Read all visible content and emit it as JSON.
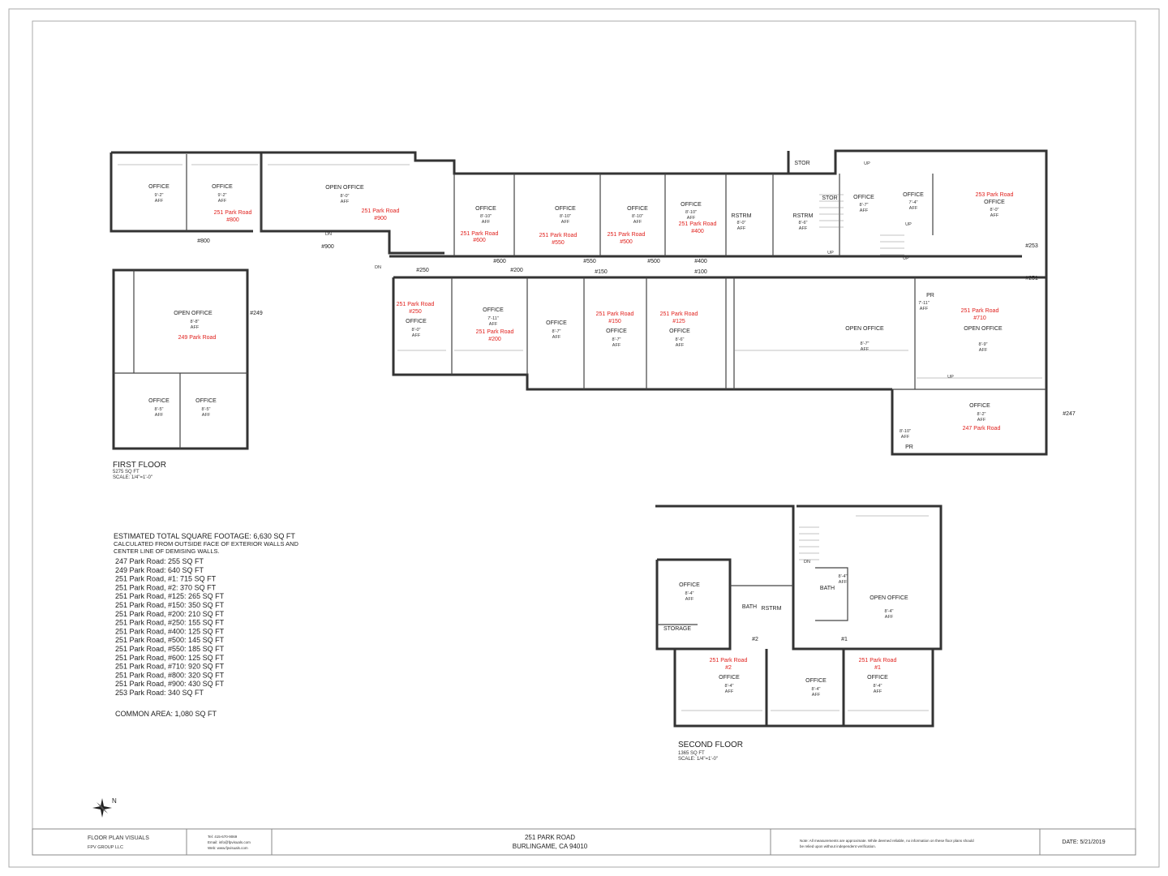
{
  "floors": {
    "first": {
      "title": "FIRST FLOOR",
      "sqft": "5275 SQ FT",
      "scale": "SCALE: 1/4\"=1'-0\"",
      "rooms": [
        {
          "name": "OFFICE",
          "dims": "9'-2\"",
          "aff": "AFF"
        },
        {
          "name": "OFFICE",
          "dims": "9'-2\"",
          "aff": "AFF",
          "unit": "251 Park Road",
          "num": "#800"
        },
        {
          "name": "OPEN OFFICE",
          "dims": "8'-0\"",
          "aff": "AFF"
        },
        {
          "unit": "251 Park Road",
          "num": "#900"
        },
        {
          "name": "OFFICE",
          "dims": "8'-10\"",
          "aff": "AFF",
          "unit": "251 Park Road",
          "num": "#600"
        },
        {
          "name": "OFFICE",
          "dims": "8'-10\"",
          "aff": "AFF",
          "unit": "251 Park Road",
          "num": "#550"
        },
        {
          "name": "OFFICE",
          "dims": "8'-10\"",
          "aff": "AFF",
          "unit": "251 Park Road",
          "num": "#500"
        },
        {
          "name": "OFFICE",
          "dims": "8'-10\"",
          "aff": "AFF",
          "unit": "251 Park Road",
          "num": "#400"
        },
        {
          "name": "RSTRM",
          "dims": "8'-0\"",
          "aff": "AFF"
        },
        {
          "name": "RSTRM",
          "dims": "8'-6\"",
          "aff": "AFF"
        },
        {
          "name": "STOR"
        },
        {
          "name": "STOR"
        },
        {
          "name": "OFFICE",
          "dims": "8'-7\"",
          "aff": "AFF"
        },
        {
          "name": "OFFICE",
          "dims": "7'-4\"",
          "aff": "AFF"
        },
        {
          "name": "OFFICE",
          "dims": "8'-0\"",
          "aff": "AFF",
          "unit": "253 Park Road"
        },
        {
          "name": "OPEN OFFICE",
          "dims": "8'-8\"",
          "aff": "AFF",
          "unit": "249 Park Road"
        },
        {
          "name": "OFFICE",
          "dims": "8'-5\"",
          "aff": "AFF"
        },
        {
          "name": "OFFICE",
          "dims": "8'-5\"",
          "aff": "AFF"
        },
        {
          "name": "OFFICE",
          "dims": "8'-0\"",
          "aff": "AFF",
          "unit": "251 Park Road",
          "num": "#250"
        },
        {
          "name": "OFFICE",
          "dims": "7'-11\"",
          "aff": "AFF",
          "unit": "251 Park Road",
          "num": "#200"
        },
        {
          "name": "OFFICE",
          "dims": "8'-7\"",
          "aff": "AFF"
        },
        {
          "name": "OFFICE",
          "dims": "8'-7\"",
          "aff": "AFF",
          "unit": "251 Park Road",
          "num": "#150"
        },
        {
          "name": "OFFICE",
          "dims": "8'-6\"",
          "aff": "AFF",
          "unit": "251 Park Road",
          "num": "#125"
        },
        {
          "name": "OPEN OFFICE",
          "dims": "8'-7\"",
          "aff": "AFF"
        },
        {
          "name": "OPEN OFFICE",
          "dims": "8'-9\"",
          "aff": "AFF",
          "unit": "251 Park Road",
          "num": "#710"
        },
        {
          "name": "OFFICE",
          "dims": "8'-2\"",
          "aff": "AFF",
          "unit": "247 Park Road"
        },
        {
          "name": "PR",
          "dims": "7'-11\"",
          "aff": "AFF"
        },
        {
          "name": "PR",
          "dims": "8'-10\"",
          "aff": "AFF"
        }
      ],
      "doors": [
        "#800",
        "#900",
        "#250",
        "#200",
        "#150",
        "#100",
        "#600",
        "#550",
        "#500",
        "#400",
        "#253",
        "#251",
        "#249",
        "#247"
      ],
      "markers": [
        "DN",
        "DN",
        "UP",
        "UP",
        "UP",
        "UP",
        "UP"
      ]
    },
    "second": {
      "title": "SECOND FLOOR",
      "sqft": "1365 SQ FT",
      "scale": "SCALE: 1/4\"=1'-0\"",
      "rooms": [
        {
          "name": "OFFICE",
          "dims": "8'-4\"",
          "aff": "AFF"
        },
        {
          "name": "BATH"
        },
        {
          "name": "RSTRM"
        },
        {
          "name": "STORAGE"
        },
        {
          "name": "OFFICE",
          "dims": "8'-4\"",
          "aff": "AFF",
          "unit": "251 Park Road",
          "num": "#2"
        },
        {
          "name": "OFFICE",
          "dims": "8'-4\"",
          "aff": "AFF"
        },
        {
          "name": "BATH",
          "dims": "8'-4\"",
          "aff": "AFF"
        },
        {
          "name": "OPEN OFFICE",
          "dims": "8'-4\"",
          "aff": "AFF"
        },
        {
          "name": "OFFICE",
          "dims": "8'-4\"",
          "aff": "AFF",
          "unit": "251 Park Road",
          "num": "#1"
        }
      ],
      "markers": [
        "#2",
        "#1",
        "DN"
      ]
    }
  },
  "footage": {
    "heading": "ESTIMATED TOTAL SQUARE FOOTAGE: 6,630 SQ FT",
    "note_1": "CALCULATED FROM OUTSIDE FACE OF EXTERIOR WALLS AND",
    "note_2": "CENTER LINE OF DEMISING WALLS.",
    "items": [
      "247 Park Road: 255 SQ FT",
      "249 Park Road: 640 SQ FT",
      "251 Park Road, #1: 715 SQ FT",
      "251 Park Road, #2: 370 SQ FT",
      "251 Park Road, #125: 265 SQ FT",
      "251 Park Road, #150: 350 SQ FT",
      "251 Park Road, #200: 210 SQ FT",
      "251 Park Road, #250: 155 SQ FT",
      "251 Park Road, #400: 125 SQ FT",
      "251 Park Road, #500: 145 SQ FT",
      "251 Park Road, #550: 185 SQ FT",
      "251 Park Road, #600: 125 SQ FT",
      "251 Park Road, #710: 920 SQ FT",
      "251 Park Road, #800: 320 SQ FT",
      "251 Park Road, #900: 430 SQ FT",
      "253 Park Road: 340 SQ FT"
    ],
    "common": "COMMON AREA: 1,080 SQ FT"
  },
  "compass": {
    "label": "N"
  },
  "title_block": {
    "company": "FLOOR PLAN VISUALS",
    "company_sub": "FPV GROUP LLC",
    "tel": "Tel: 415-670-9069",
    "email": "Email: info@fpvisuals.com",
    "web": "Web: www.fpvisuals.com",
    "address_1": "251 PARK ROAD",
    "address_2": "BURLINGAME, CA 94010",
    "note_1": "Note: All measurements are approximate. While deemed reliable, no information on these floor plans should",
    "note_2": "be relied upon without independent verification.",
    "date": "DATE: 5/21/2019"
  },
  "colors": {
    "unit_label": "#e0201c",
    "wall": "#333333",
    "dimension": "#888888"
  }
}
